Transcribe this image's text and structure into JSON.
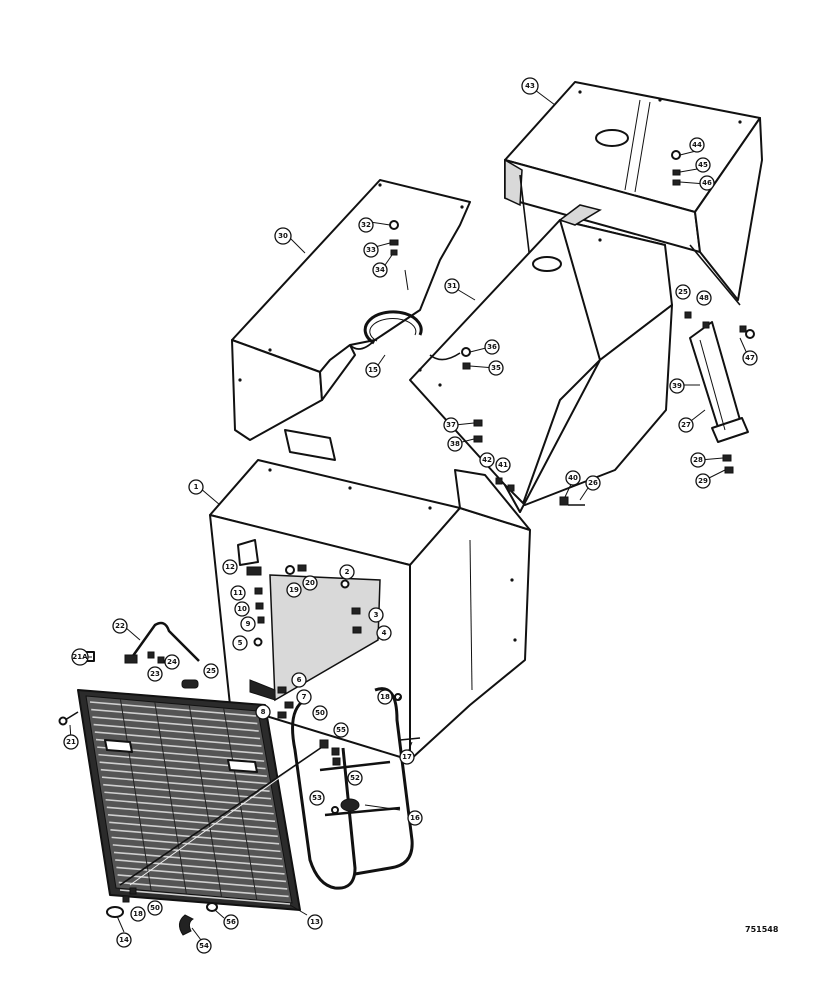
{
  "drawing_number": "751548",
  "callouts": [
    {
      "label": "43"
    },
    {
      "label": "44"
    },
    {
      "label": "45"
    },
    {
      "label": "46"
    },
    {
      "label": "30"
    },
    {
      "label": "32"
    },
    {
      "label": "33"
    },
    {
      "label": "34"
    },
    {
      "label": "31"
    },
    {
      "label": "15"
    },
    {
      "label": "36"
    },
    {
      "label": "35"
    },
    {
      "label": "37"
    },
    {
      "label": "38"
    },
    {
      "label": "25"
    },
    {
      "label": "48"
    },
    {
      "label": "47"
    },
    {
      "label": "39"
    },
    {
      "label": "27"
    },
    {
      "label": "28"
    },
    {
      "label": "29"
    },
    {
      "label": "42"
    },
    {
      "label": "41"
    },
    {
      "label": "40"
    },
    {
      "label": "26"
    },
    {
      "label": "1"
    },
    {
      "label": "12"
    },
    {
      "label": "11"
    },
    {
      "label": "10"
    },
    {
      "label": "9"
    },
    {
      "label": "19"
    },
    {
      "label": "20"
    },
    {
      "label": "2"
    },
    {
      "label": "3"
    },
    {
      "label": "4"
    },
    {
      "label": "5"
    },
    {
      "label": "6"
    },
    {
      "label": "7"
    },
    {
      "label": "8"
    },
    {
      "label": "22"
    },
    {
      "label": "23"
    },
    {
      "label": "24"
    },
    {
      "label": "25"
    },
    {
      "label": "21A"
    },
    {
      "label": "21"
    },
    {
      "label": "18"
    },
    {
      "label": "17"
    },
    {
      "label": "50"
    },
    {
      "label": "55"
    },
    {
      "label": "52"
    },
    {
      "label": "53"
    },
    {
      "label": "16"
    },
    {
      "label": "13"
    },
    {
      "label": "14"
    },
    {
      "label": "54"
    },
    {
      "label": "56"
    },
    {
      "label": "18"
    },
    {
      "label": "50"
    }
  ]
}
